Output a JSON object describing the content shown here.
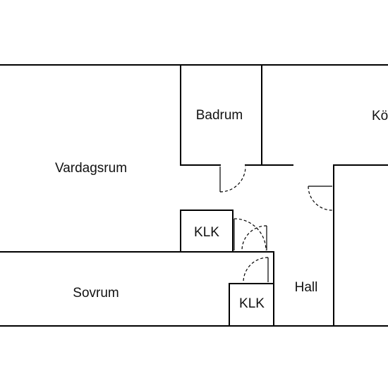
{
  "rooms": {
    "bathroom": "Badrum",
    "kitchen": "Kök",
    "living_room": "Vardagsrum",
    "closet_upper": "KLK",
    "closet_lower": "KLK",
    "bedroom": "Sovrum",
    "hall": "Hall"
  }
}
